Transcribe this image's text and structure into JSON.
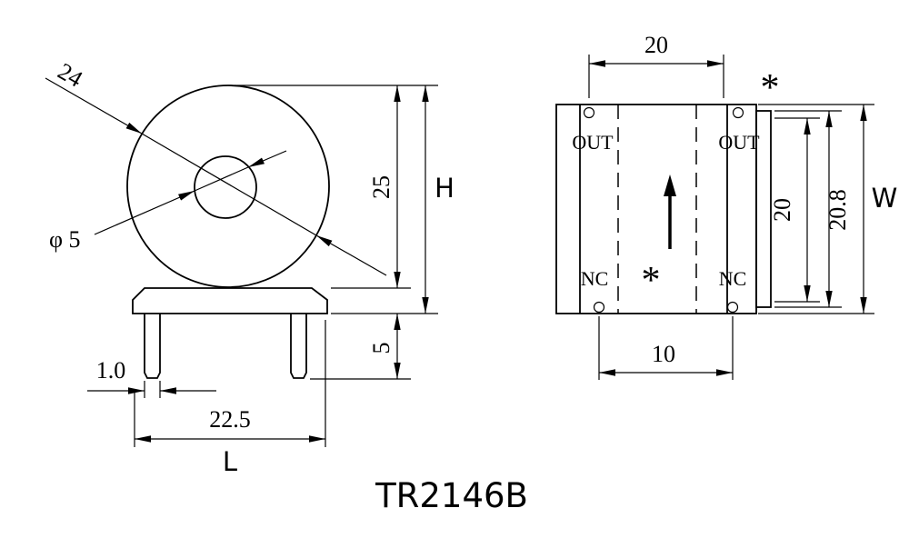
{
  "title": "TR2146B",
  "front_view": {
    "dims": {
      "outer_diameter": "24",
      "inner_diameter": "φ 5",
      "body_height": "25",
      "total_height": "H",
      "pin_length": "5",
      "pin_width": "1.0",
      "base_width": "22.5",
      "length": "L"
    }
  },
  "side_view": {
    "pins": {
      "top_left": "OUT",
      "top_right": "OUT",
      "bottom_left": "NC",
      "bottom_right": "NC"
    },
    "marks": {
      "corner_asterisk": "*",
      "center_asterisk": "*"
    },
    "dims": {
      "top_pitch": "20",
      "bottom_pitch": "10",
      "inner_height": "20",
      "outer_height": "20.8",
      "width": "W"
    }
  },
  "colors": {
    "line": "#000000",
    "background": "#ffffff"
  }
}
